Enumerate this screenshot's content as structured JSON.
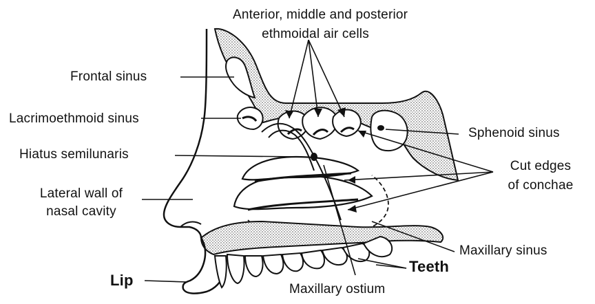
{
  "labels": {
    "ethmoidal_line1": "Anterior, middle and posterior",
    "ethmoidal_line2": "ethmoidal air cells",
    "frontal_sinus": "Frontal sinus",
    "lacrimoethmoid_sinus": "Lacrimoethmoid sinus",
    "sphenoid_sinus": "Sphenoid sinus",
    "hiatus_semilunaris": "Hiatus semilunaris",
    "cut_edges_line1": "Cut edges",
    "cut_edges_line2": "of conchae",
    "lateral_wall_line1": "Lateral wall of",
    "lateral_wall_line2": "nasal cavity",
    "maxillary_sinus": "Maxillary sinus",
    "teeth": "Teeth",
    "lip": "Lip",
    "maxillary_ostium": "Maxillary ostium"
  },
  "colors": {
    "ink": "#111111",
    "stipple": "#bdbdbd",
    "background": "#ffffff"
  }
}
